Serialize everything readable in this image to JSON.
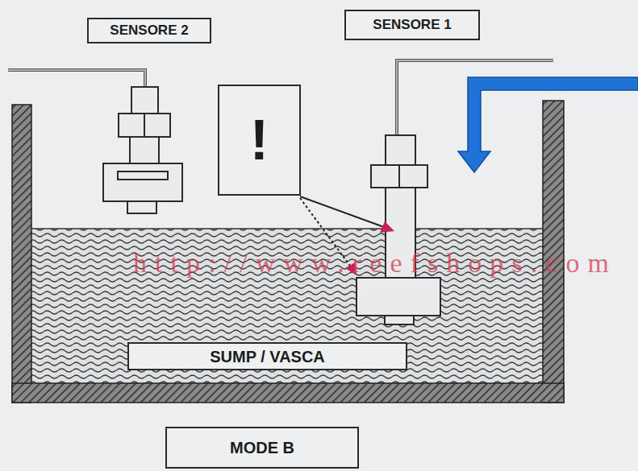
{
  "diagram": {
    "nodes": [
      {
        "text": [
          "SENSORE 2"
        ]
      },
      {
        "text": [
          "SENSORE 1"
        ]
      },
      {
        "text": [
          "!"
        ]
      },
      {
        "text": [
          "SUMP / VASCA"
        ]
      },
      {
        "text": [
          "MODE B"
        ]
      }
    ],
    "labels": [
      "http://www.reefshops.com"
    ]
  }
}
